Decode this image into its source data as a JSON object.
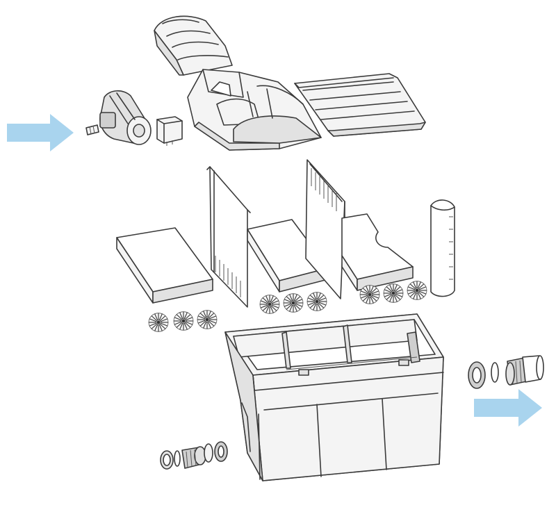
{
  "colors": {
    "flow_arrow": "#a9d4ee",
    "line": "#3a3a3a",
    "part_fill": "#e2e2e2",
    "part_light": "#f4f4f4",
    "background": "#ffffff"
  },
  "parts": [
    "inlet-flow-arrow",
    "uv-clarifier-lamp",
    "uv-ballast-box",
    "top-lid-front-cover",
    "lid-frame-housing",
    "top-lid-rear-cover",
    "filter-sponge-1",
    "filter-sponge-2",
    "filter-sponge-3",
    "divider-grid-1",
    "divider-grid-2",
    "level-tube",
    "bio-balls-group-1",
    "bio-balls-group-2",
    "bio-balls-group-3",
    "filter-tank-body",
    "inlet-fitting-set",
    "outlet-fitting-set",
    "outlet-flow-arrow"
  ]
}
